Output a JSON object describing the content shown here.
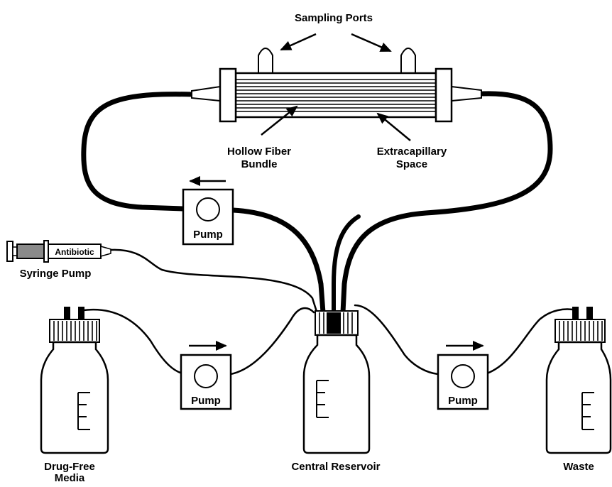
{
  "labels": {
    "sampling_ports": "Sampling Ports",
    "hollow_fiber_line1": "Hollow Fiber",
    "hollow_fiber_line2": "Bundle",
    "extracapillary_line1": "Extracapillary",
    "extracapillary_line2": "Space",
    "syringe_pump": "Syringe Pump",
    "antibiotic": "Antibiotic",
    "drug_free_line1": "Drug-Free",
    "drug_free_line2": "Media",
    "central_reservoir": "Central Reservoir",
    "waste": "Waste"
  },
  "pumps": [
    {
      "id": "top",
      "label": "Pump",
      "flow": "left"
    },
    {
      "id": "left",
      "label": "Pump",
      "flow": "right"
    },
    {
      "id": "right",
      "label": "Pump",
      "flow": "right"
    }
  ],
  "colors": {
    "line": "#000000",
    "background": "#ffffff",
    "syringe_barrel": "#8a8a8a",
    "fiber_gray": "#777777"
  }
}
